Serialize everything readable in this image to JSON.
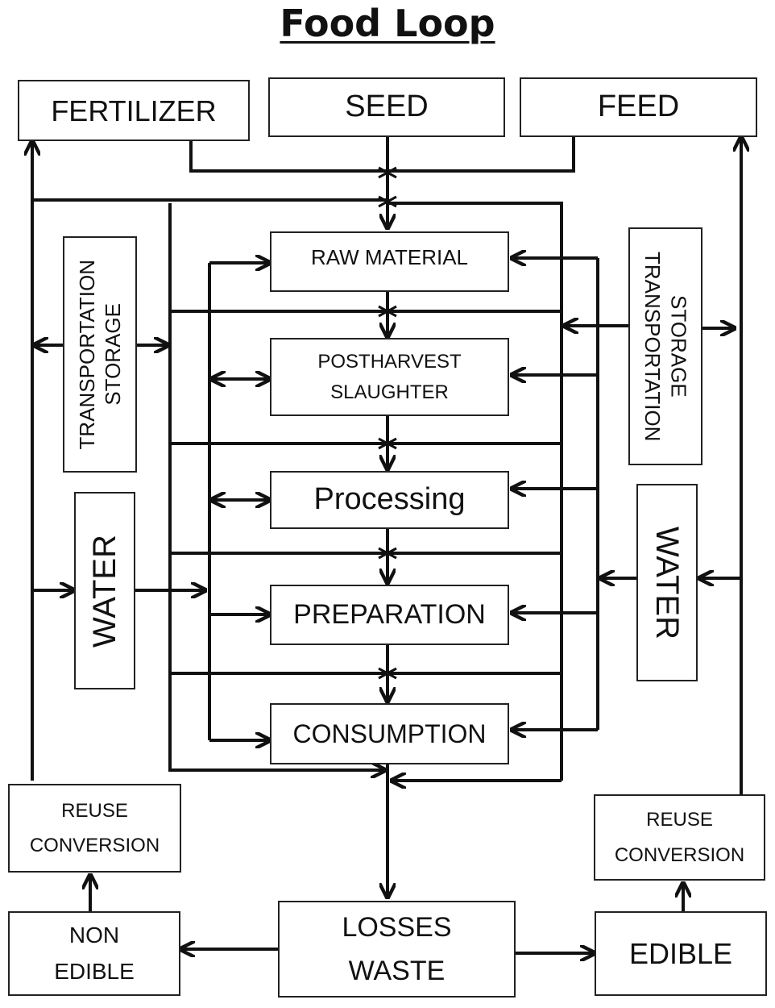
{
  "title": "Food Loop",
  "inputs": {
    "fertilizer": "FERTILIZER",
    "seed": "SEED",
    "feed": "FEED"
  },
  "stages": {
    "raw_material": "RAW MATERIAL",
    "postharvest": "POSTHARVEST",
    "slaughter": "SLAUGHTER",
    "processing": "Processing",
    "preparation": "PREPARATION",
    "consumption": "CONSUMPTION"
  },
  "left_side": {
    "transportation": "TRANSPORTATION",
    "storage": "STORAGE",
    "water": "WATER"
  },
  "right_side": {
    "transportation": "TRANSPORTATION",
    "storage": "STORAGE",
    "water": "WATER"
  },
  "outputs": {
    "losses": "LOSSES",
    "waste": "WASTE",
    "non": "NON",
    "edible_left": "EDIBLE",
    "edible_right": "EDIBLE",
    "reuse_left": "REUSE",
    "conversion_left": "CONVERSION",
    "reuse_right": "REUSE",
    "conversion_right": "CONVERSION"
  }
}
